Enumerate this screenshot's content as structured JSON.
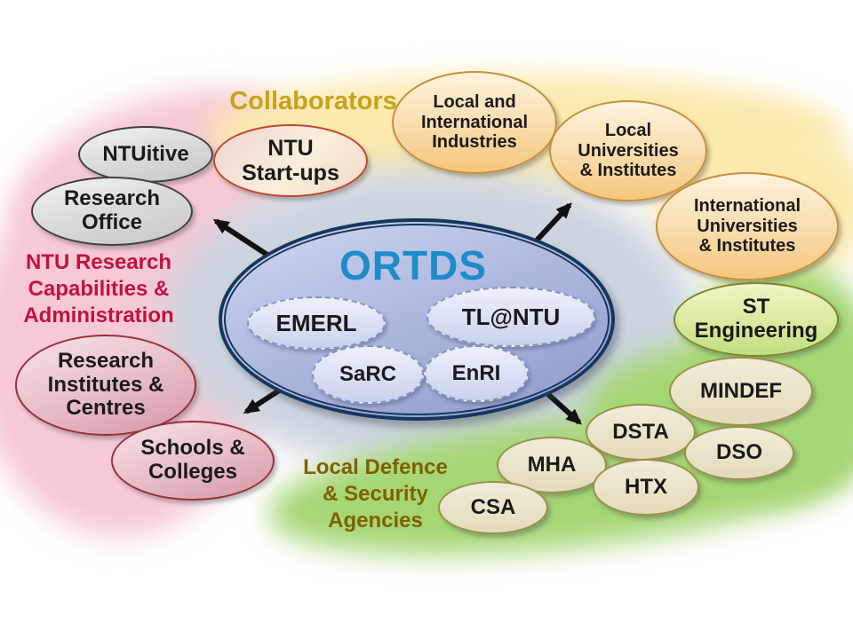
{
  "diagram": {
    "center": {
      "title": "ORTDS"
    },
    "center_units": {
      "emerl": {
        "label": "EMERL"
      },
      "tlntu": {
        "label": "TL@NTU"
      },
      "sarc": {
        "label": "SaRC"
      },
      "enri": {
        "label": "EnRI"
      }
    },
    "section_labels": {
      "collaborators": {
        "label": "Collaborators",
        "color": "#C9A11B"
      },
      "ntu": {
        "label": "NTU Research\nCapabilities &\nAdministration",
        "color": "#C2123F"
      },
      "defence": {
        "label": "Local Defence\n& Security\nAgencies",
        "color": "#7F6000"
      }
    },
    "nodes": {
      "ntuitive": {
        "label": "NTUitive"
      },
      "research_office": {
        "label": "Research\nOffice"
      },
      "ntu_startups": {
        "label": "NTU\nStart-ups"
      },
      "industries": {
        "label": "Local and\nInternational\nIndustries"
      },
      "local_universities": {
        "label": "Local\nUniversities\n& Institutes"
      },
      "intl_universities": {
        "label": "International\nUniversities\n& Institutes"
      },
      "st_engineering": {
        "label": "ST\nEngineering"
      },
      "mindef": {
        "label": "MINDEF"
      },
      "dsta": {
        "label": "DSTA"
      },
      "dso": {
        "label": "DSO"
      },
      "mha": {
        "label": "MHA"
      },
      "htx": {
        "label": "HTX"
      },
      "csa": {
        "label": "CSA"
      },
      "research_institutes": {
        "label": "Research\nInstitutes &\nCentres"
      },
      "schools_colleges": {
        "label": "Schools &\nColleges"
      }
    },
    "colors": {
      "ortds_text": "#1E8BCB",
      "center_border": "#17365D",
      "blue_region": "#CBD4DF",
      "pink_region": "#F7C9D4",
      "yellow_region": "#FBE9AE",
      "green_region": "#A5D674",
      "arrow": "#111111"
    }
  }
}
